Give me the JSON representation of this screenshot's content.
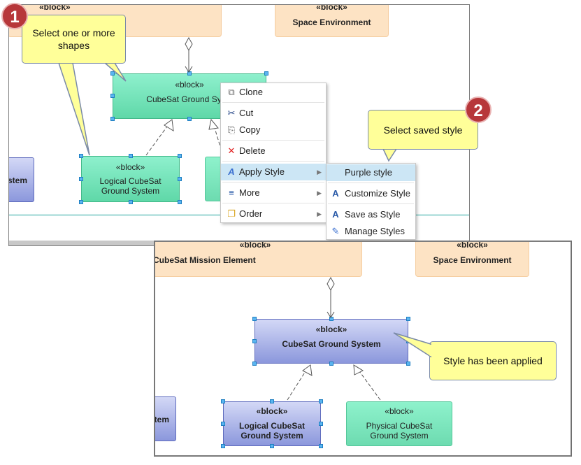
{
  "colors": {
    "accent_green": "#5fd8a8",
    "accent_purple": "#8b97dc",
    "badge_red": "#b7373a",
    "callout_yellow": "#ffff99"
  },
  "top": {
    "blocks": {
      "top_left": {
        "stereotype": "«block»"
      },
      "space_env": {
        "stereotype": "«block»",
        "name": "Space Environment"
      },
      "ground_system": {
        "stereotype": "«block»",
        "name": "CubeSat Ground Sys"
      },
      "logical": {
        "stereotype": "«block»",
        "name_line1": "Logical CubeSat",
        "name_line2": "Ground System"
      },
      "left_partial": {
        "name": "stem"
      }
    },
    "callout1": {
      "badge": "1",
      "line1": "Select one or more",
      "line2": "shapes"
    },
    "callout2": {
      "badge": "2",
      "text": "Select saved style"
    },
    "context_menu": {
      "items": [
        {
          "label": "Clone",
          "icon": "clone-icon"
        },
        {
          "label": "Cut",
          "icon": "scissors-icon"
        },
        {
          "label": "Copy",
          "icon": "copy-icon"
        },
        {
          "label": "Delete",
          "icon": "delete-icon"
        },
        {
          "label": "Apply Style",
          "icon": "apply-style-icon"
        },
        {
          "label": "More",
          "icon": "menu-lines-icon"
        },
        {
          "label": "Order",
          "icon": "order-icon"
        }
      ]
    },
    "submenu": {
      "items": [
        {
          "label": "Purple style"
        },
        {
          "label": "Customize Style",
          "icon": "customize-style-icon"
        },
        {
          "label": "Save as Style",
          "icon": "save-style-icon"
        },
        {
          "label": "Manage Styles",
          "icon": "pencil-icon"
        }
      ]
    }
  },
  "bottom": {
    "blocks": {
      "mission": {
        "stereotype": "«block»",
        "name": "CubeSat Mission Element"
      },
      "space_env": {
        "stereotype": "«block»",
        "name": "Space Environment"
      },
      "ground_system": {
        "stereotype": "«block»",
        "name": "CubeSat Ground System"
      },
      "logical": {
        "stereotype": "«block»",
        "name_line1": "Logical CubeSat",
        "name_line2": "Ground System"
      },
      "physical": {
        "stereotype": "«block»",
        "name_line1": "Physical CubeSat",
        "name_line2": "Ground System"
      },
      "left_partial": {
        "name": "tem"
      }
    },
    "callout3": {
      "text": "Style has been applied"
    }
  }
}
